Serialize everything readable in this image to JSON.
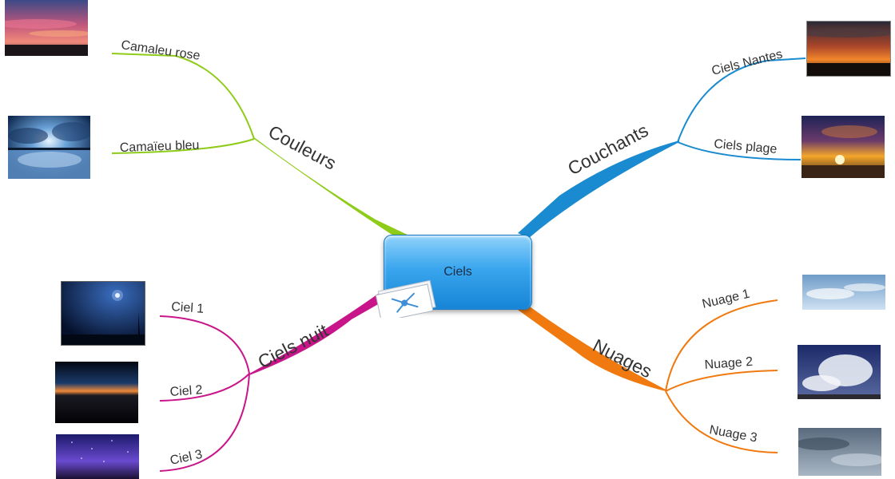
{
  "center": {
    "label": "Ciels"
  },
  "colors": {
    "couleurs": "#8fcc1a",
    "couchants": "#1a8bd0",
    "nuits": "#c8168a",
    "nuages": "#f07a10"
  },
  "branches": {
    "couleurs": {
      "label": "Couleurs",
      "children": [
        "Camaleu rose",
        "Camaïeu bleu"
      ]
    },
    "couchants": {
      "label": "Couchants",
      "children": [
        "Ciels Nantes",
        "Ciels plage"
      ]
    },
    "nuits": {
      "label": "Ciels nuit",
      "children": [
        "Ciel 1",
        "Ciel 2",
        "Ciel 3"
      ]
    },
    "nuages": {
      "label": "Nuages",
      "children": [
        "Nuage 1",
        "Nuage 2",
        "Nuage 3"
      ]
    }
  },
  "images": [
    {
      "name": "photo-pink-sunset",
      "branch": "couleurs"
    },
    {
      "name": "photo-blue-reflection",
      "branch": "couleurs"
    },
    {
      "name": "photo-nantes-sunset",
      "branch": "couchants"
    },
    {
      "name": "photo-beach-sunset",
      "branch": "couchants"
    },
    {
      "name": "photo-night-moon",
      "branch": "nuits"
    },
    {
      "name": "photo-night-horizon",
      "branch": "nuits"
    },
    {
      "name": "photo-night-stars",
      "branch": "nuits"
    },
    {
      "name": "photo-clouds-light",
      "branch": "nuages"
    },
    {
      "name": "photo-clouds-storm",
      "branch": "nuages"
    },
    {
      "name": "photo-clouds-grey",
      "branch": "nuages"
    }
  ],
  "icon": {
    "name": "mindmap-sheet-icon"
  }
}
